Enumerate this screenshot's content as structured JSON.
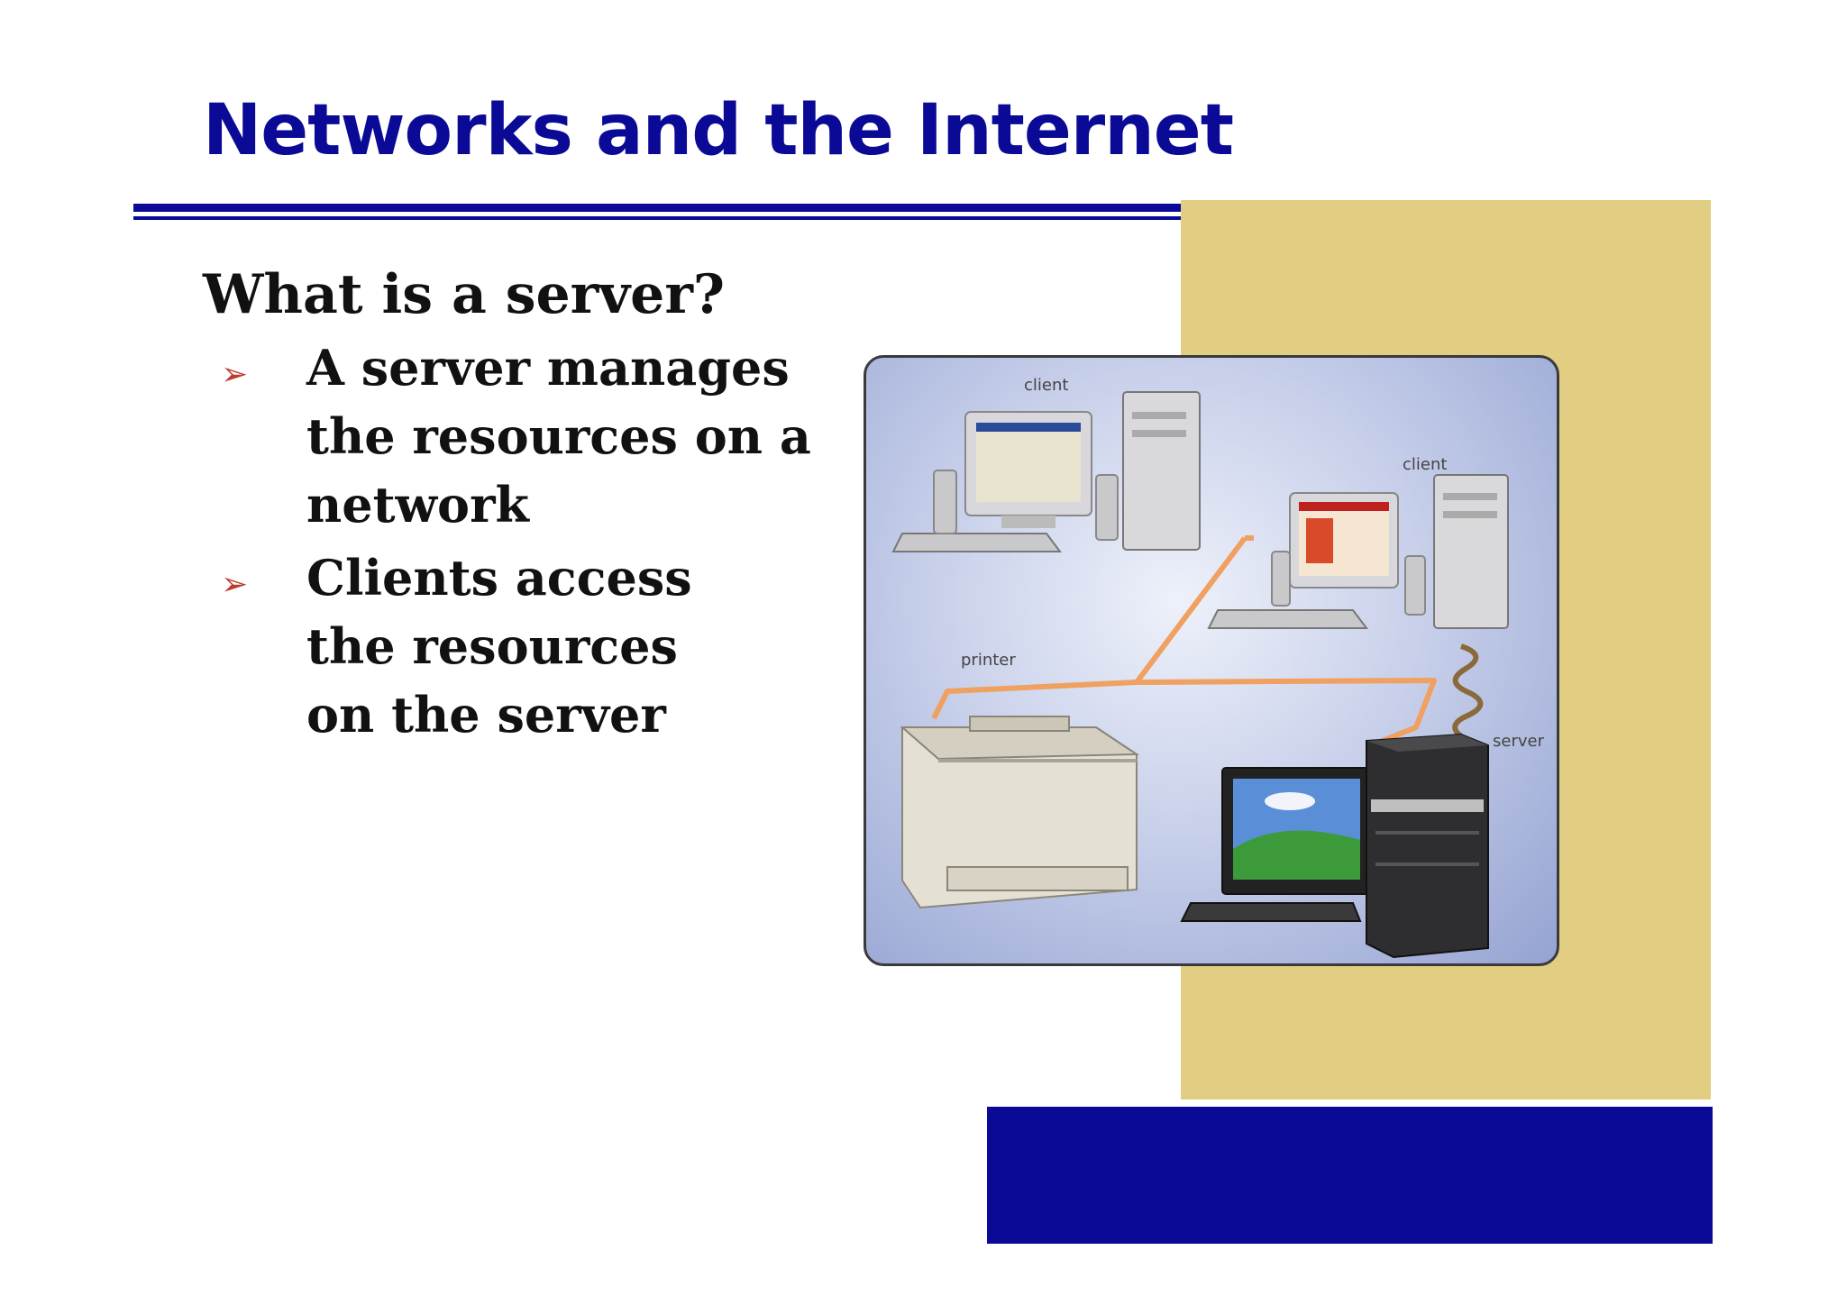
{
  "slide": {
    "title": "Networks and the Internet",
    "heading": "What is a server?",
    "bullets": [
      {
        "lines": [
          "A server manages",
          "the resources on a",
          "network"
        ]
      },
      {
        "lines": [
          "Clients access",
          "the resources",
          "on the server"
        ]
      }
    ],
    "bullet_glyph": "➢"
  },
  "diagram": {
    "labels": {
      "client_1": "client",
      "client_2": "client",
      "printer": "printer",
      "server": "server"
    }
  },
  "colors": {
    "title_blue": "#0a0a96",
    "gold_panel": "#e2ce82",
    "bullet_red": "#c0392b",
    "cable_orange": "#f0a060"
  }
}
